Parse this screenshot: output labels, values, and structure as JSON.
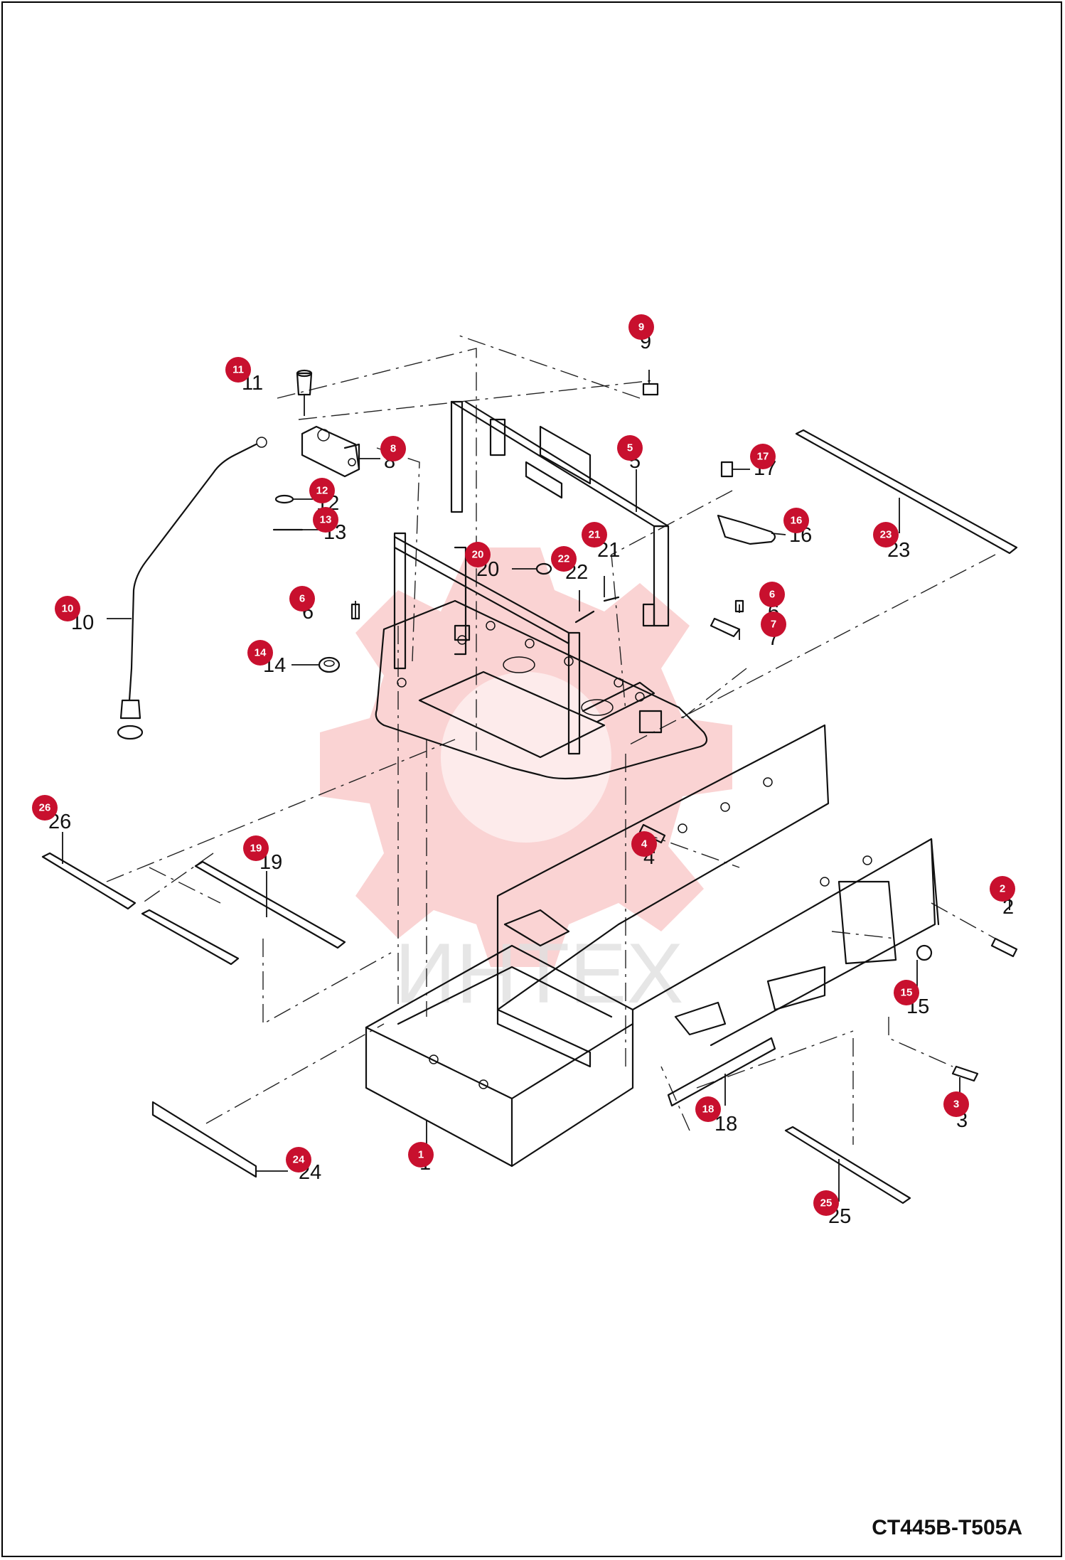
{
  "drawing_code": "CT445B-T505A",
  "watermark_text": "ИНТЕХ",
  "colors": {
    "marker": "#c8102e",
    "watermark": "#f2c0c0",
    "line": "#111111"
  },
  "parts": [
    {
      "id": 1,
      "label": "1"
    },
    {
      "id": 2,
      "label": "2"
    },
    {
      "id": 3,
      "label": "3"
    },
    {
      "id": 4,
      "label": "4"
    },
    {
      "id": 5,
      "label": "5"
    },
    {
      "id": 6,
      "label": "6"
    },
    {
      "id": 7,
      "label": "7"
    },
    {
      "id": 8,
      "label": "8"
    },
    {
      "id": 9,
      "label": "9"
    },
    {
      "id": 10,
      "label": "10"
    },
    {
      "id": 11,
      "label": "11"
    },
    {
      "id": 12,
      "label": "12"
    },
    {
      "id": 13,
      "label": "13"
    },
    {
      "id": 14,
      "label": "14"
    },
    {
      "id": 15,
      "label": "15"
    },
    {
      "id": 16,
      "label": "16"
    },
    {
      "id": 17,
      "label": "17"
    },
    {
      "id": 18,
      "label": "18"
    },
    {
      "id": 19,
      "label": "19"
    },
    {
      "id": 20,
      "label": "20"
    },
    {
      "id": 21,
      "label": "21"
    },
    {
      "id": 22,
      "label": "22"
    },
    {
      "id": 23,
      "label": "23"
    },
    {
      "id": 24,
      "label": "24"
    },
    {
      "id": 25,
      "label": "25"
    },
    {
      "id": 26,
      "label": "26"
    }
  ]
}
